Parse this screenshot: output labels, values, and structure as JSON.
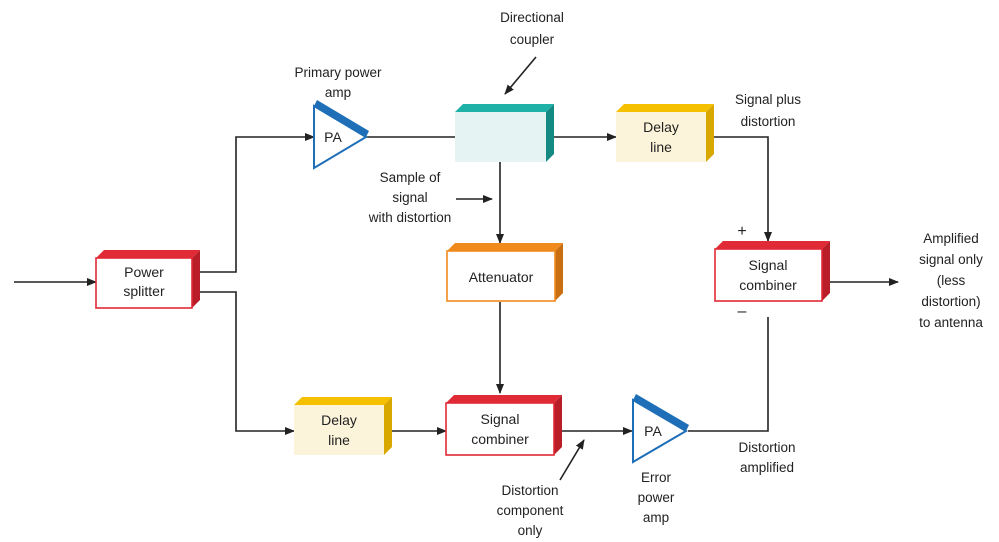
{
  "blocks": {
    "power_splitter": [
      "Power",
      "splitter"
    ],
    "directional_coupler": [],
    "delay_line_top": [
      "Delay",
      "line"
    ],
    "attenuator": [
      "Attenuator"
    ],
    "signal_combiner_right": [
      "Signal",
      "combiner"
    ],
    "delay_line_bottom": [
      "Delay",
      "line"
    ],
    "signal_combiner_bottom": [
      "Signal",
      "combiner"
    ],
    "primary_pa": "PA",
    "error_pa": "PA"
  },
  "labels": {
    "directional_coupler": [
      "Directional",
      "coupler"
    ],
    "primary_power_amp": [
      "Primary power",
      "amp"
    ],
    "sample_of_signal": [
      "Sample of",
      "signal",
      "with distortion"
    ],
    "signal_plus_distortion": [
      "Signal plus",
      "distortion"
    ],
    "plus_sign": "+",
    "minus_sign": "–",
    "amplified_output": [
      "Amplified",
      "signal only",
      "(less",
      "distortion)",
      "to antenna"
    ],
    "distortion_amplified": [
      "Distortion",
      "amplified"
    ],
    "error_power_amp": [
      "Error",
      "power",
      "amp"
    ],
    "distortion_component_only": [
      "Distortion",
      "component",
      "only"
    ]
  },
  "colors": {
    "red": "#e02a36",
    "yellow": "#f5c000",
    "teal": "#1fb0a8",
    "orange": "#f08a1e",
    "blue": "#1e6fb8",
    "pale_yellow": "#fcf4da",
    "pale_teal": "#e6f3f3",
    "line": "#222222"
  }
}
